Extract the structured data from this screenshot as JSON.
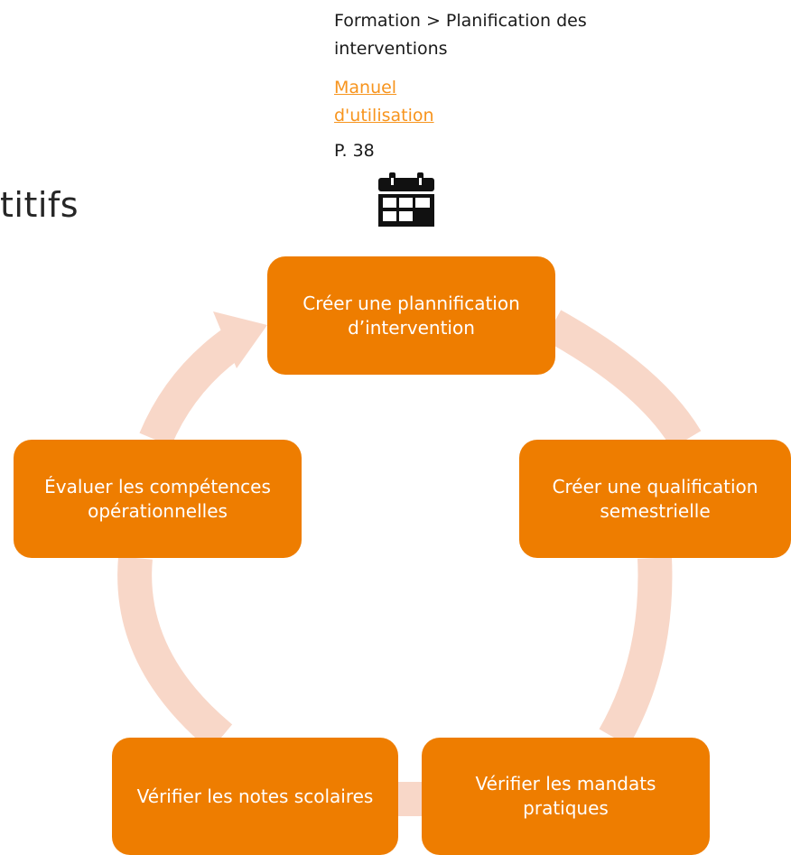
{
  "header": {
    "title_fragment": "titifs",
    "breadcrumb": "Formation > Planification des interventions",
    "manual_link": "Manuel d'utilisation ",
    "page_ref": "P. 38",
    "icon": "calendar-icon"
  },
  "cycle": {
    "steps": [
      {
        "label": "Créer une plannification d’intervention"
      },
      {
        "label": "Créer une qualification semestrielle"
      },
      {
        "label": "Vérifier les mandats pratiques"
      },
      {
        "label": "Vérifier les notes scolaires"
      },
      {
        "label": "Évaluer les compétences opérationnelles"
      }
    ]
  },
  "colors": {
    "node_fill": "#ee7d00",
    "arrow_fill": "#f8d7c8",
    "link": "#f7941d",
    "text": "#1a1a1a"
  }
}
